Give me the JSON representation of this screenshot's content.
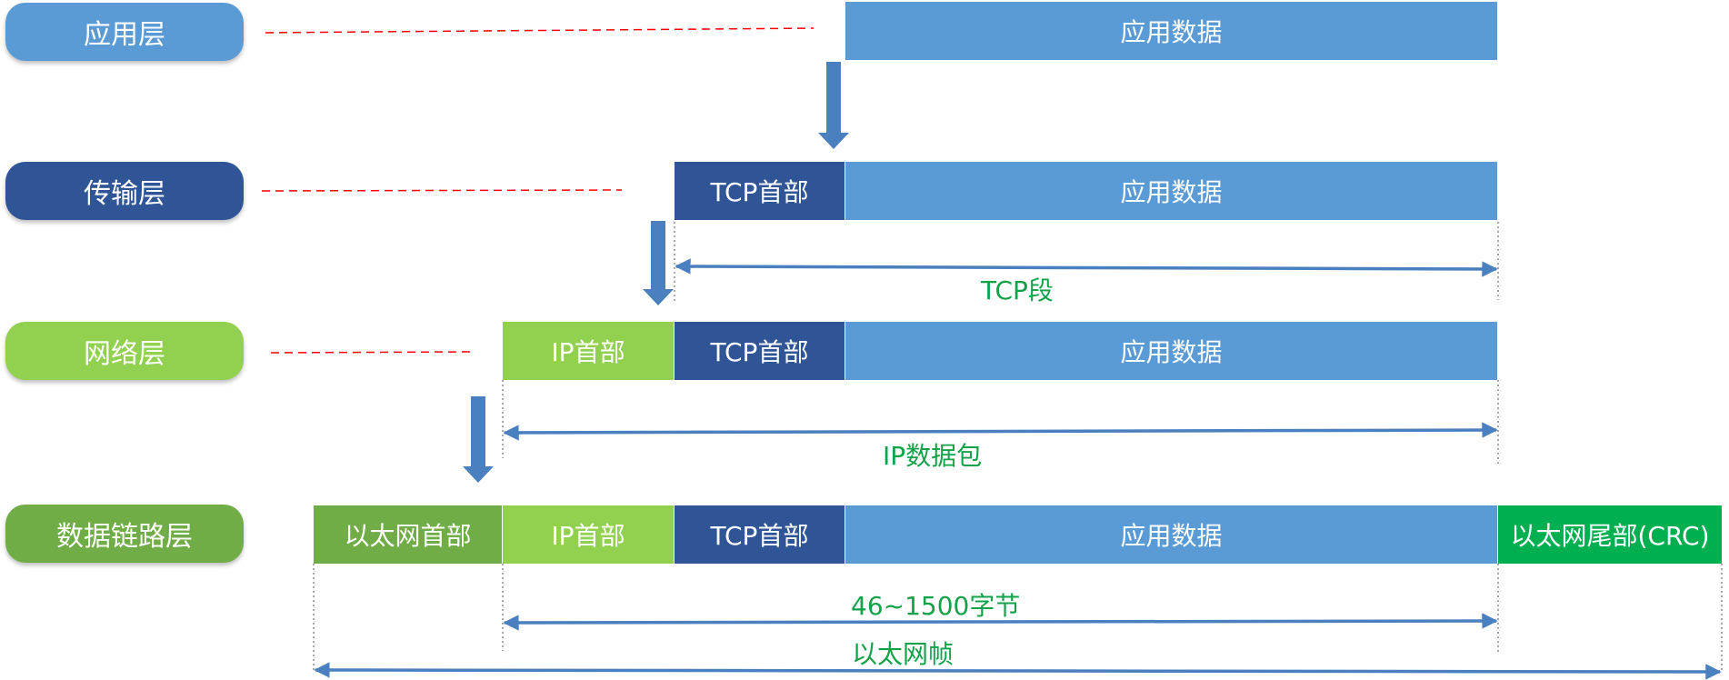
{
  "layers": {
    "application": "应用层",
    "transport": "传输层",
    "network": "网络层",
    "datalink": "数据链路层"
  },
  "blocks": {
    "app_data": "应用数据",
    "tcp_header": "TCP首部",
    "ip_header": "IP首部",
    "eth_header": "以太网首部",
    "eth_trailer": "以太网尾部(CRC)"
  },
  "spans": {
    "tcp_segment": "TCP段",
    "ip_packet": "IP数据包",
    "payload_size": "46~1500字节",
    "eth_frame": "以太网帧"
  },
  "colors": {
    "app_layer": "#5b9bd5",
    "transport_layer": "#2f5597",
    "network_layer": "#92d050",
    "datalink_layer": "#70ad47",
    "crc": "#00b050",
    "guide_line": "#ff0000",
    "arrow": "#4a80bf",
    "span_label": "#13a24a"
  }
}
